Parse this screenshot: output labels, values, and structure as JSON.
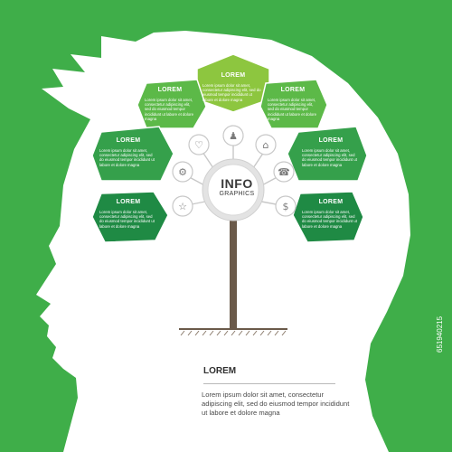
{
  "panels": [
    {
      "id": "top",
      "title": "LOREM",
      "body": "Lorem ipsum dolor sit amet, consectetur adipiscing elit, sed do eiusmod tempor incididunt ut labore et dolore magna",
      "fill": "#8dc63f",
      "icon": "person-icon"
    },
    {
      "id": "upper-left",
      "title": "LOREM",
      "body": "Lorem ipsum dolor sit amet, consectetur adipiscing elit, sed do eiusmod tempor incididunt ut labore et dolore magna",
      "fill": "#5cb948",
      "icon": "heart-icon"
    },
    {
      "id": "upper-right",
      "title": "LOREM",
      "body": "Lorem ipsum dolor sit amet, consectetur adipiscing elit, sed do eiusmod tempor incididunt ut labore et dolore magna",
      "fill": "#5cb948",
      "icon": "graduation-cap-icon"
    },
    {
      "id": "mid-left",
      "title": "LOREM",
      "body": "Lorem ipsum dolor sit amet, consectetur adipiscing elit, sed do eiusmod tempor incididunt ut labore et dolore magna",
      "fill": "#35a04b",
      "icon": "gear-icon"
    },
    {
      "id": "mid-right",
      "title": "LOREM",
      "body": "Lorem ipsum dolor sit amet, consectetur adipiscing elit, sed do eiusmod tempor incididunt ut labore et dolore magna",
      "fill": "#35a04b",
      "icon": "phone-icon"
    },
    {
      "id": "low-left",
      "title": "LOREM",
      "body": "Lorem ipsum dolor sit amet, consectetur adipiscing elit, sed do eiusmod tempor incididunt ut labore et dolore magna",
      "fill": "#1f8a44",
      "icon": "star-icon"
    },
    {
      "id": "low-right",
      "title": "LOREM",
      "body": "Lorem ipsum dolor sit amet, consectetur adipiscing elit, sed do eiusmod tempor incididunt ut labore et dolore magna",
      "fill": "#1f8a44",
      "icon": "dollar-icon"
    }
  ],
  "center": {
    "title": "INFO",
    "subtitle": "GRAPHICS"
  },
  "footer": {
    "title": "LOREM",
    "body": "Lorem ipsum dolor sit amet, consectetur adipiscing elit, sed do eiusmod tempor incididunt ut labore et dolore magna"
  },
  "stock_id": "651940215",
  "colors": {
    "background": "#3fae49",
    "silhouette": "#ffffff",
    "trunk": "#6b5a4a"
  }
}
